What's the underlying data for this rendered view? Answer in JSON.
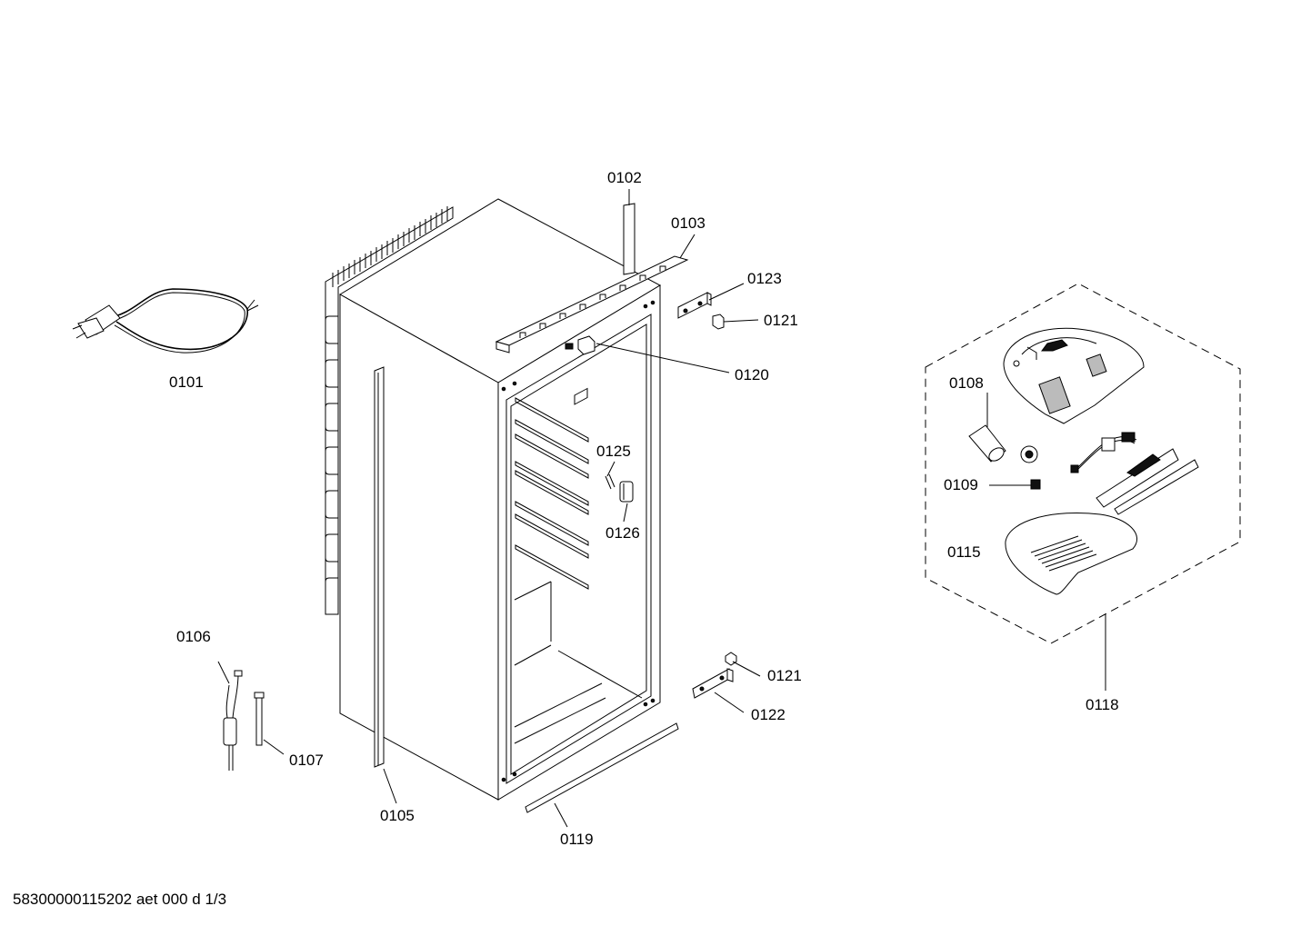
{
  "parts": {
    "p0101": "0101",
    "p0102": "0102",
    "p0103": "0103",
    "p0105": "0105",
    "p0106": "0106",
    "p0107": "0107",
    "p0108": "0108",
    "p0109": "0109",
    "p0115": "0115",
    "p0118": "0118",
    "p0119": "0119",
    "p0120": "0120",
    "p0121a": "0121",
    "p0121b": "0121",
    "p0122": "0122",
    "p0123": "0123",
    "p0125": "0125",
    "p0126": "0126"
  },
  "footer": "58300000115202 aet 000 d 1/3"
}
